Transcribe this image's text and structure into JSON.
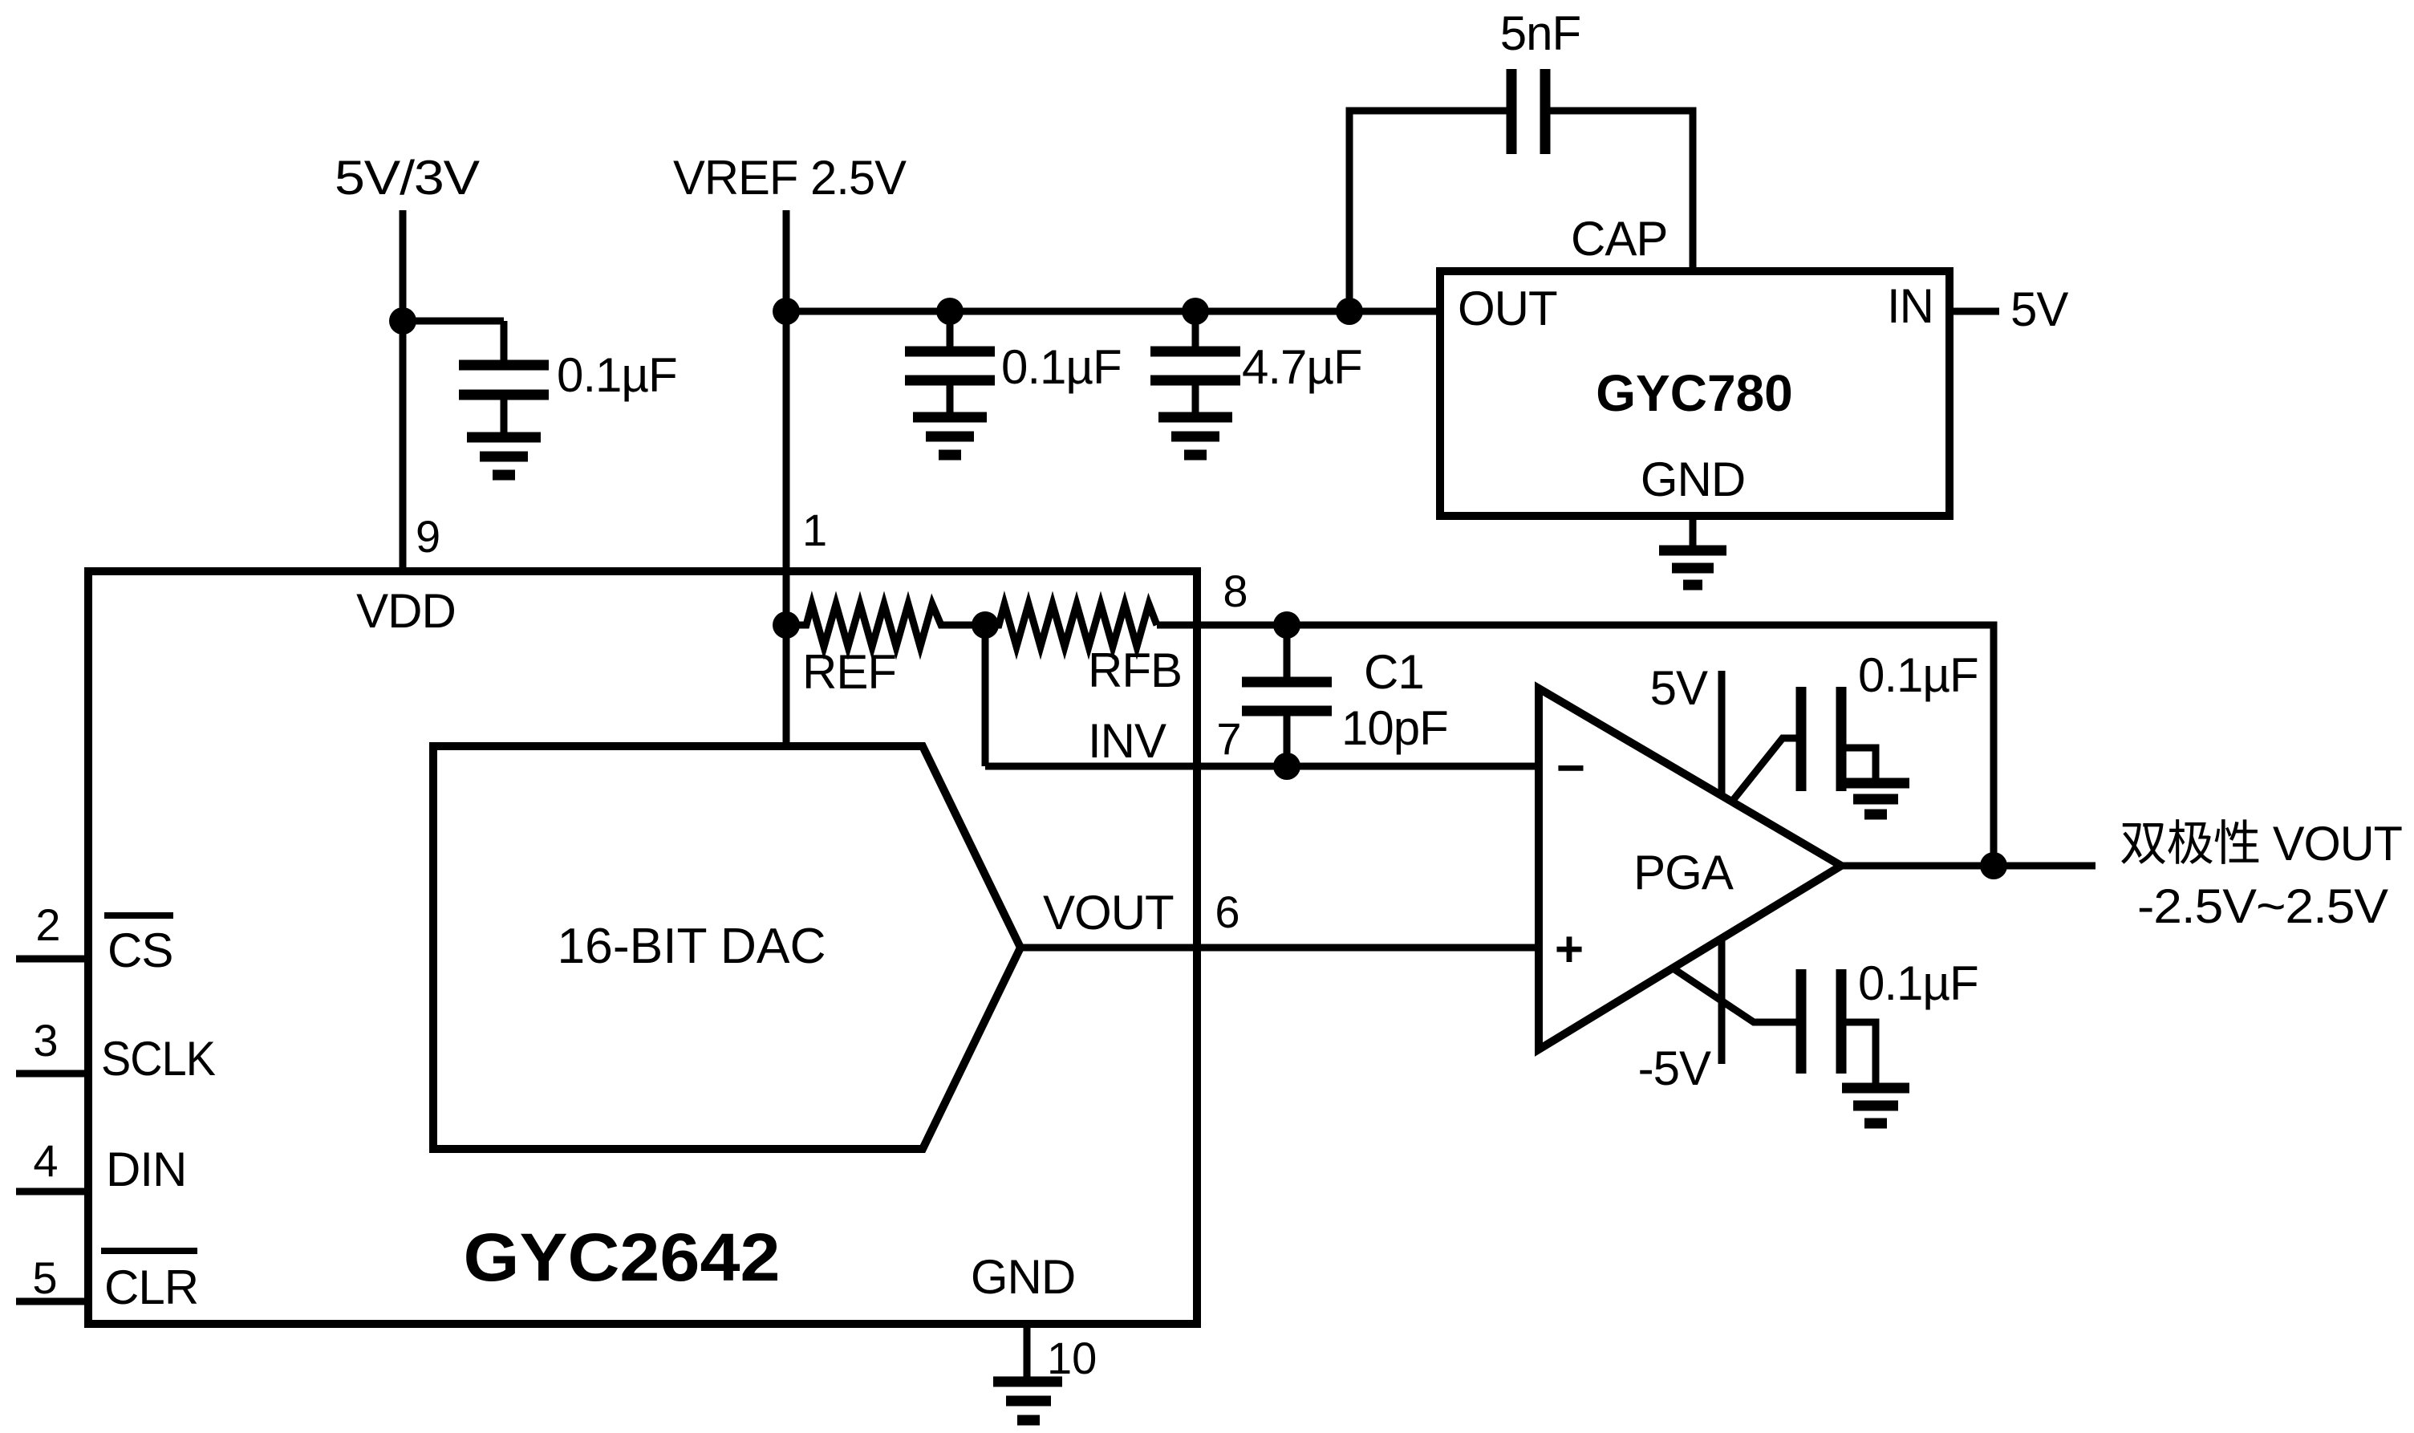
{
  "colors": {
    "ink": "#000000",
    "background": "#ffffff"
  },
  "power": {
    "supply": "5V/3V",
    "vref": "VREF 2.5V",
    "reg_in": "5V",
    "pga_pos": "5V",
    "pga_neg": "-5V"
  },
  "caps": {
    "vdd_decoupling": "0.1µF",
    "vref_c1": "0.1µF",
    "vref_c2": "4.7µF",
    "reg_cap": "5nF",
    "comp_name": "C1",
    "comp_value": "10pF",
    "pga_pos_cap": "0.1µF",
    "pga_neg_cap": "0.1µF"
  },
  "dac": {
    "name": "GYC2642",
    "core": "16-BIT DAC",
    "pin_vdd_num": "9",
    "pin_vdd": "VDD",
    "pin_ref_num": "1",
    "pin_ref": "REF",
    "pin_rfb_num": "8",
    "pin_rfb": "RFB",
    "pin_inv_num": "7",
    "pin_inv": "INV",
    "pin_vout_num": "6",
    "pin_vout": "VOUT",
    "pin_cs_num": "2",
    "pin_cs": "CS",
    "pin_sclk_num": "3",
    "pin_sclk": "SCLK",
    "pin_din_num": "4",
    "pin_din": "DIN",
    "pin_clr_num": "5",
    "pin_clr": "CLR",
    "pin_gnd_num": "10",
    "pin_gnd": "GND"
  },
  "regulator": {
    "name": "GYC780",
    "pin_out": "OUT",
    "pin_cap": "CAP",
    "pin_in": "IN",
    "pin_gnd": "GND"
  },
  "pga": {
    "name": "PGA",
    "minus": "−",
    "plus": "+"
  },
  "output": {
    "line1": "双极性 VOUT",
    "line2": "-2.5V~2.5V"
  }
}
